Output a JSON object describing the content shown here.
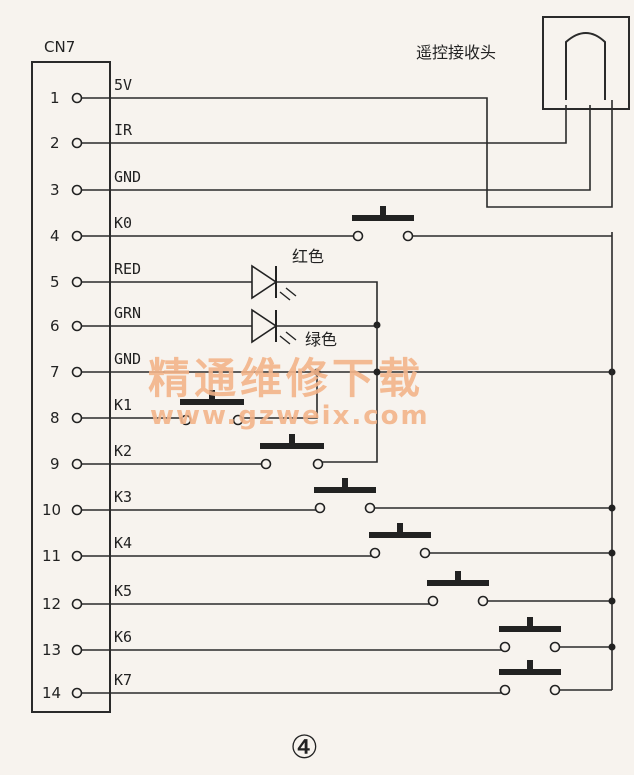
{
  "connector": {
    "label": "CN7"
  },
  "receiver": {
    "label": "遥控接收头"
  },
  "pins": [
    {
      "num": "1",
      "signal": "5V"
    },
    {
      "num": "2",
      "signal": "IR"
    },
    {
      "num": "3",
      "signal": "GND"
    },
    {
      "num": "4",
      "signal": "K0"
    },
    {
      "num": "5",
      "signal": "RED"
    },
    {
      "num": "6",
      "signal": "GRN"
    },
    {
      "num": "7",
      "signal": "GND"
    },
    {
      "num": "8",
      "signal": "K1"
    },
    {
      "num": "9",
      "signal": "K2"
    },
    {
      "num": "10",
      "signal": "K3"
    },
    {
      "num": "11",
      "signal": "K4"
    },
    {
      "num": "12",
      "signal": "K5"
    },
    {
      "num": "13",
      "signal": "K6"
    },
    {
      "num": "14",
      "signal": "K7"
    }
  ],
  "leds": {
    "red_label": "红色",
    "green_label": "绿色"
  },
  "watermark": {
    "line1": "精通维修下载",
    "line2": "www.gzweix.com"
  },
  "figure": {
    "number": "④"
  }
}
